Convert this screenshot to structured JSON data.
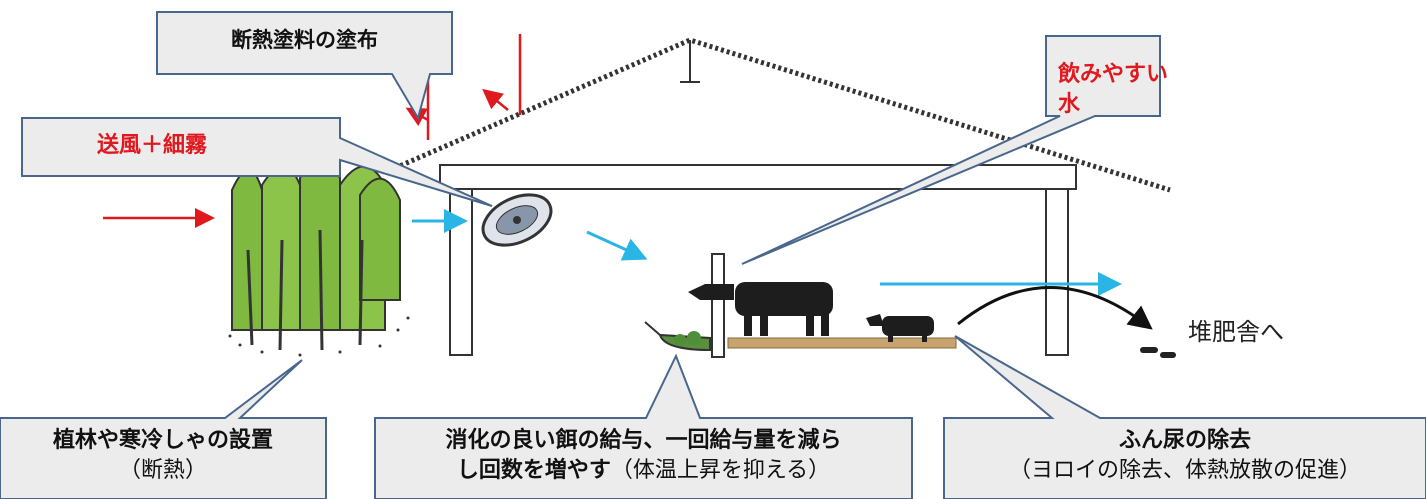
{
  "callouts": {
    "coating": {
      "text": "断熱塗料の塗布"
    },
    "fan": {
      "text": "送風＋細霧"
    },
    "water": {
      "text": "飲みやすい水"
    },
    "trees": {
      "main": "植林や寒冷しゃの設置",
      "sub": "（断熱）"
    },
    "feed": {
      "main": "消化の良い餌の給与、一回給与量を減ら",
      "main2": "し回数を増やす",
      "sub": "（体温上昇を抑える）"
    },
    "manure": {
      "main": "ふん尿の除去",
      "sub": "（ヨロイの除去、体熱放散の促進）"
    }
  },
  "labels": {
    "compost": "堆肥舎へ"
  },
  "colors": {
    "callout_fill": "#ececec",
    "callout_border": "#49678c",
    "red_text": "#e0191f",
    "airflow": "#29b6e6",
    "heat_arrow": "#e0191f"
  }
}
